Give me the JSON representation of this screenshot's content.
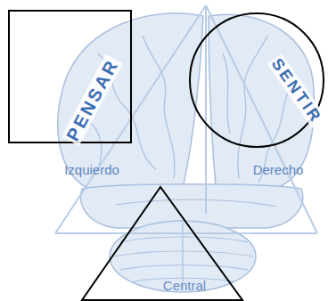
{
  "diagram": {
    "labels": [
      "PENSAR",
      "SENTIR",
      "Izquierdo",
      "Derecho",
      "Central"
    ]
  }
}
